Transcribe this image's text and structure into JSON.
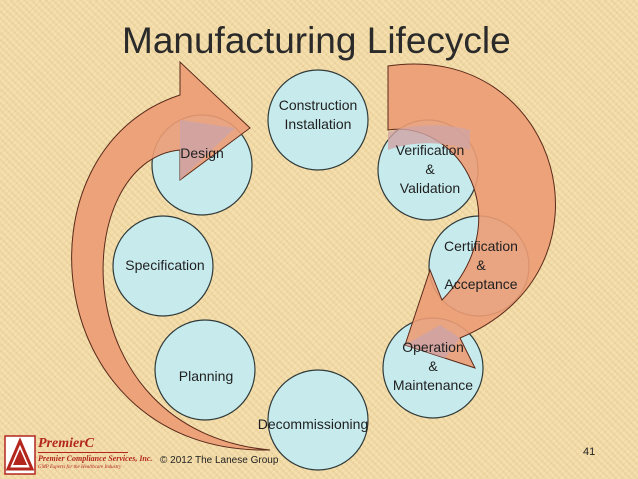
{
  "slide": {
    "title": "Manufacturing Lifecycle",
    "copyright": "© 2012 The Lanese Group",
    "page_number": "41"
  },
  "colors": {
    "circle_fill": "#c7ebed",
    "arrow_fill": "#ec9c74",
    "arrow_overlap": "#cfa4a4",
    "logo_red": "#b3261e"
  },
  "stages": [
    {
      "id": "construction",
      "lines": [
        "Construction",
        "Installation"
      ]
    },
    {
      "id": "verification",
      "lines": [
        "Verification",
        "&",
        "Validation"
      ]
    },
    {
      "id": "certification",
      "lines": [
        "Certification",
        "&",
        "Acceptance"
      ]
    },
    {
      "id": "operation",
      "lines": [
        "Operation",
        "&",
        "Maintenance"
      ]
    },
    {
      "id": "decommissioning",
      "lines": [
        "Decommissioning"
      ]
    },
    {
      "id": "planning",
      "lines": [
        "Planning"
      ]
    },
    {
      "id": "specification",
      "lines": [
        "Specification"
      ]
    },
    {
      "id": "design",
      "lines": [
        "Design"
      ]
    }
  ],
  "logo": {
    "name": "PremierC",
    "company": "Premier Compliance Services, Inc.",
    "tagline": "GMP Experts for the Healthcare Industry",
    "icon": "warning-triangle-icon"
  }
}
